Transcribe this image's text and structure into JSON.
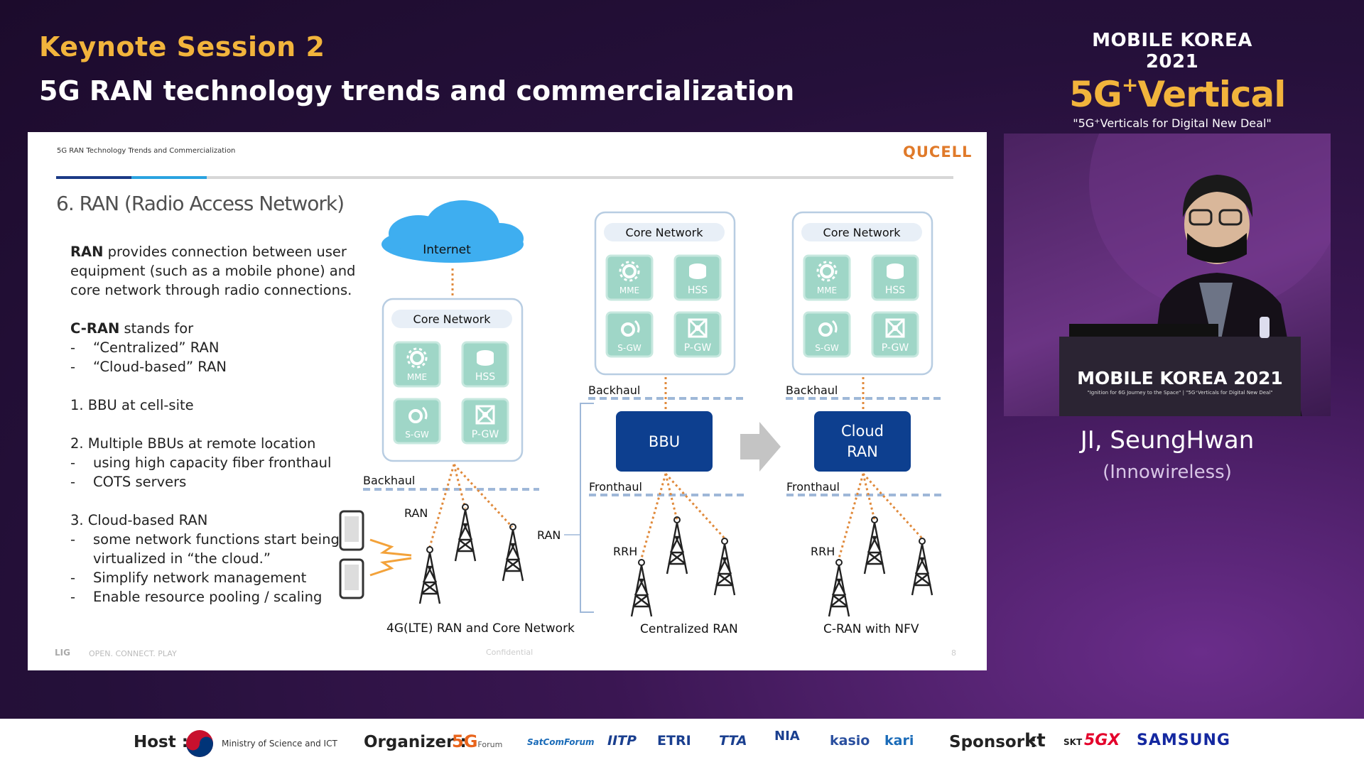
{
  "header": {
    "session_label": "Keynote Session 2",
    "session_title": "5G RAN technology trends and commercialization"
  },
  "event": {
    "name": "MOBILE KOREA 2021",
    "theme_main": "5G",
    "theme_plus": "+",
    "theme_word": "Vertical",
    "tagline": "\"5G⁺Verticals for Digital New Deal\""
  },
  "slide": {
    "header_text": "5G RAN Technology Trends and Commercialization",
    "logo": "QUCELL",
    "title": "6. RAN (Radio Access Network)",
    "intro_bold": "RAN",
    "intro_rest": " provides connection between user",
    "intro_line2": "equipment (such as a mobile phone) and",
    "intro_line3": "core network through radio connections.",
    "cran_bold": "C-RAN",
    "cran_rest": " stands for",
    "bullet_dash": "-",
    "cran_items": [
      "“Centralized” RAN",
      "“Cloud-based” RAN"
    ],
    "item1": "1. BBU at cell-site",
    "item2": "2. Multiple BBUs at remote location",
    "item2_subs": [
      "using high capacity fiber fronthaul",
      "COTS servers"
    ],
    "item3": "3. Cloud-based RAN",
    "item3_sub1_line1": "some network functions start being",
    "item3_sub1_line2": "virtualized in “the cloud.”",
    "item3_subs": [
      "Simplify network management",
      "Enable resource pooling / scaling"
    ],
    "footer_brand": "LIG",
    "footer_tag": "OPEN. CONNECT. PLAY",
    "footer_confidential": "Confidential",
    "page": "8"
  },
  "diagram": {
    "internet": "Internet",
    "core_network": "Core Network",
    "mme": "MME",
    "hss": "HSS",
    "sgw": "S-GW",
    "pgw": "P-GW",
    "backhaul": "Backhaul",
    "fronthaul": "Fronthaul",
    "ran": "RAN",
    "rrh": "RRH",
    "bbu": "BBU",
    "cloud_ran_1": "Cloud",
    "cloud_ran_2": "RAN",
    "caption_lte": "4G(LTE) RAN and Core Network",
    "caption_cran": "Centralized RAN",
    "caption_nfv": "C-RAN with NFV"
  },
  "presenter": {
    "name": "JI, SeungHwan",
    "org": "(Innowireless)",
    "podium_title": "MOBILE KOREA 2021",
    "podium_sub": "\"Ignition for 6G Journey to the Space\"  |  \"5G⁺Verticals for Digital New Deal\""
  },
  "footer": {
    "host_label": "Host :",
    "ministry": "Ministry of Science and ICT",
    "organizer_label": "Organizer :",
    "organizers": [
      "5G",
      "Forum",
      "SatComForum",
      "IITP",
      "ETRI",
      "TTA",
      "NIA",
      "kasio",
      "kari"
    ],
    "sponsor_label": "Sponsor :",
    "sponsors": [
      "kt",
      "SKT",
      "5GX",
      "SAMSUNG"
    ]
  },
  "colors": {
    "gold": "#f2b43c",
    "navy": "#0d3f8f",
    "cloud": "#3eaef0",
    "icon_green": "#9fd6c7",
    "orange_dots": "#e08a3c"
  }
}
